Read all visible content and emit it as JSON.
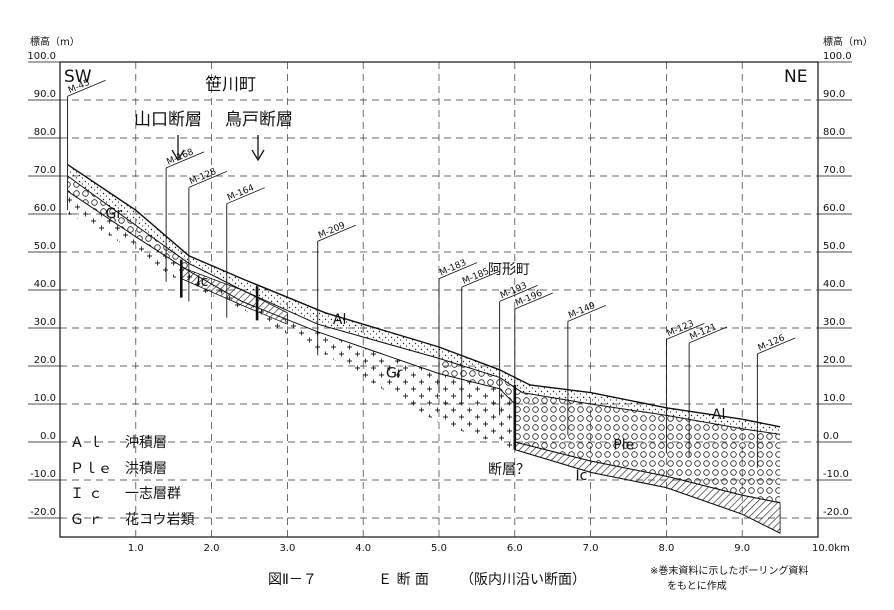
{
  "axes": {
    "y_unit_left": "標高（m）",
    "y_unit_right": "標高（m）",
    "y_ticks": [
      "100.0",
      "90.0",
      "80.0",
      "70.0",
      "60.0",
      "50.0",
      "40.0",
      "30.0",
      "20.0",
      "10.0",
      "0.0",
      "-10.0",
      "-20.0"
    ],
    "x_ticks": [
      "1.0",
      "2.0",
      "3.0",
      "4.0",
      "5.0",
      "6.0",
      "7.0",
      "8.0",
      "9.0",
      "10.0km"
    ]
  },
  "labels": {
    "sw": "SW",
    "ne": "NE",
    "town1": "笹川町",
    "town2": "阿形町",
    "fault1": "山口断層",
    "fault2": "鳥戸断層",
    "fault_q": "断層？"
  },
  "boreholes": [
    {
      "name": "M-45",
      "km": 0.1
    },
    {
      "name": "M-168",
      "km": 1.4
    },
    {
      "name": "M-128",
      "km": 1.7
    },
    {
      "name": "M-164",
      "km": 2.2
    },
    {
      "name": "M-209",
      "km": 3.4
    },
    {
      "name": "M-183",
      "km": 5.0
    },
    {
      "name": "M-185",
      "km": 5.3
    },
    {
      "name": "M-193",
      "km": 5.8
    },
    {
      "name": "M-196",
      "km": 6.0
    },
    {
      "name": "M-149",
      "km": 6.7
    },
    {
      "name": "M-123",
      "km": 8.0
    },
    {
      "name": "M-121",
      "km": 8.3
    },
    {
      "name": "M-126",
      "km": 9.2
    }
  ],
  "layer_marks": [
    {
      "text": "Gr",
      "km": 0.6,
      "elev": 59
    },
    {
      "text": "Ic",
      "km": 1.8,
      "elev": 41
    },
    {
      "text": "Al",
      "km": 3.6,
      "elev": 31
    },
    {
      "text": "Gr",
      "km": 4.3,
      "elev": 17
    },
    {
      "text": "Ple",
      "km": 7.3,
      "elev": -2
    },
    {
      "text": "Al",
      "km": 8.6,
      "elev": 6
    },
    {
      "text": "Ic",
      "km": 6.8,
      "elev": -10
    }
  ],
  "legend": [
    {
      "code": "Ａ ｌ",
      "name": "沖積層"
    },
    {
      "code": "Ｐｌｅ",
      "name": "洪積層"
    },
    {
      "code": "Ｉ ｃ",
      "name": "一志層群"
    },
    {
      "code": "Ｇ ｒ",
      "name": "花コウ岩類"
    }
  ],
  "caption": {
    "fig": "図Ⅱ－７",
    "title": "Ｅ 断 面",
    "sub": "（阪内川沿い断面）",
    "note1": "※巻末資料に示したボーリング資料",
    "note2": "をもとに作成"
  }
}
